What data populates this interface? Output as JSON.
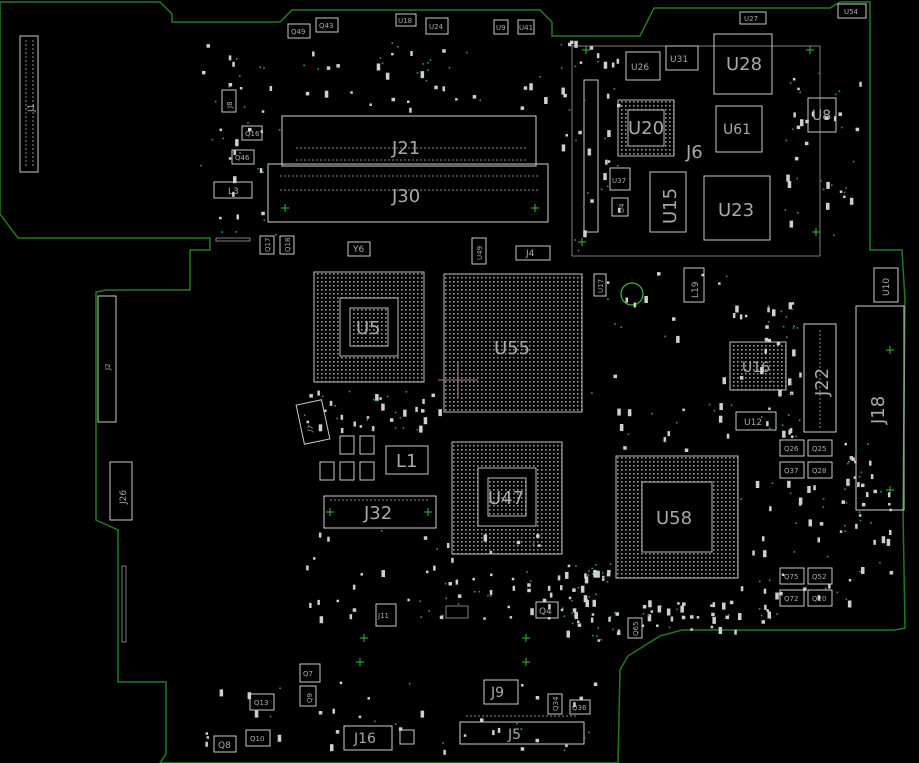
{
  "board": {
    "outline_color": "#1f7a1f",
    "part_color": "#c8c8c8",
    "label_color": "#a8a8a8",
    "marker_color": "#2fbf2f"
  },
  "labels": {
    "J1": "J1",
    "J8": "J8",
    "Q16": "Q16",
    "Q46": "Q46",
    "L3": "L3",
    "Q49": "Q49",
    "Q43": "Q43",
    "U18": "U18",
    "U24": "U24",
    "U9": "U9",
    "U41": "U41",
    "J21": "J21",
    "J30": "J30",
    "Q17": "Q17",
    "Q18": "Q18",
    "Y6": "Y6",
    "U49": "U49",
    "J4": "J4",
    "U17": "U17",
    "U26": "U26",
    "U31": "U31",
    "U28": "U28",
    "U27": "U27",
    "U54": "U54",
    "U20": "U20",
    "J6": "J6",
    "U61": "U61",
    "U8": "U8",
    "U37": "U37",
    "U15": "U15",
    "U23": "U23",
    "U4": "U4",
    "L19": "L19",
    "U10": "U10",
    "J18": "J18",
    "J22": "J22",
    "U5": "U5",
    "U55": "U55",
    "U16": "U16",
    "U12": "U12",
    "J2": "J2",
    "J7": "J7",
    "L1": "L1",
    "J32": "J32",
    "J26": "J26",
    "U47": "U47",
    "U58": "U58",
    "Q26": "Q26",
    "Q25": "Q25",
    "Q37": "Q37",
    "Q28": "Q28",
    "Q75": "Q75",
    "Q52": "Q52",
    "Q72": "Q72",
    "Q20": "Q20",
    "J11": "J11",
    "Q4": "Q4",
    "Q65": "Q65",
    "Q7": "Q7",
    "Q13": "Q13",
    "Q9": "Q9",
    "Q8": "Q8",
    "Q10": "Q10",
    "J16": "J16",
    "J9": "J9",
    "J5": "J5",
    "Q36": "Q36",
    "Q34": "Q34"
  }
}
